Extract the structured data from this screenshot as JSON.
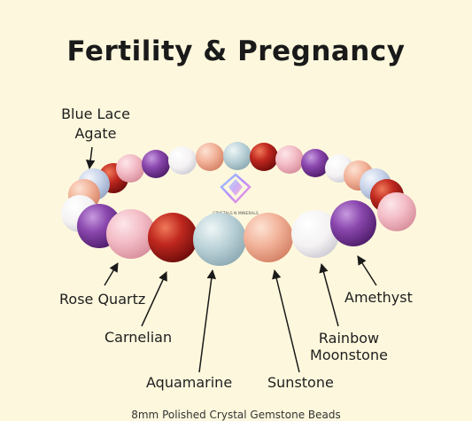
{
  "title": "Fertility & Pregnancy",
  "labels": {
    "blue_lace_line1": "Blue Lace",
    "blue_lace_line2": "Agate",
    "rose_quartz": "Rose Quartz",
    "carnelian": "Carnelian",
    "aquamarine": "Aquamarine",
    "sunstone": "Sunstone",
    "rainbow_moonstone_line1": "Rainbow",
    "rainbow_moonstone_line2": "Moonstone",
    "amethyst": "Amethyst"
  },
  "logo_text": "CRYSTALS N MINERALS",
  "footer": "8mm Polished Crystal Gemstone Beads",
  "colors": {
    "background": "#fdf8dd",
    "blue_lace_agate": "#c9d6ec",
    "rose_quartz": "#f2bcc4",
    "carnelian": "#b2221e",
    "aquamarine": "#b9d1d8",
    "sunstone": "#f1b49c",
    "rainbow_moonstone": "#f6f4f2",
    "amethyst": "#7e3f9f"
  }
}
